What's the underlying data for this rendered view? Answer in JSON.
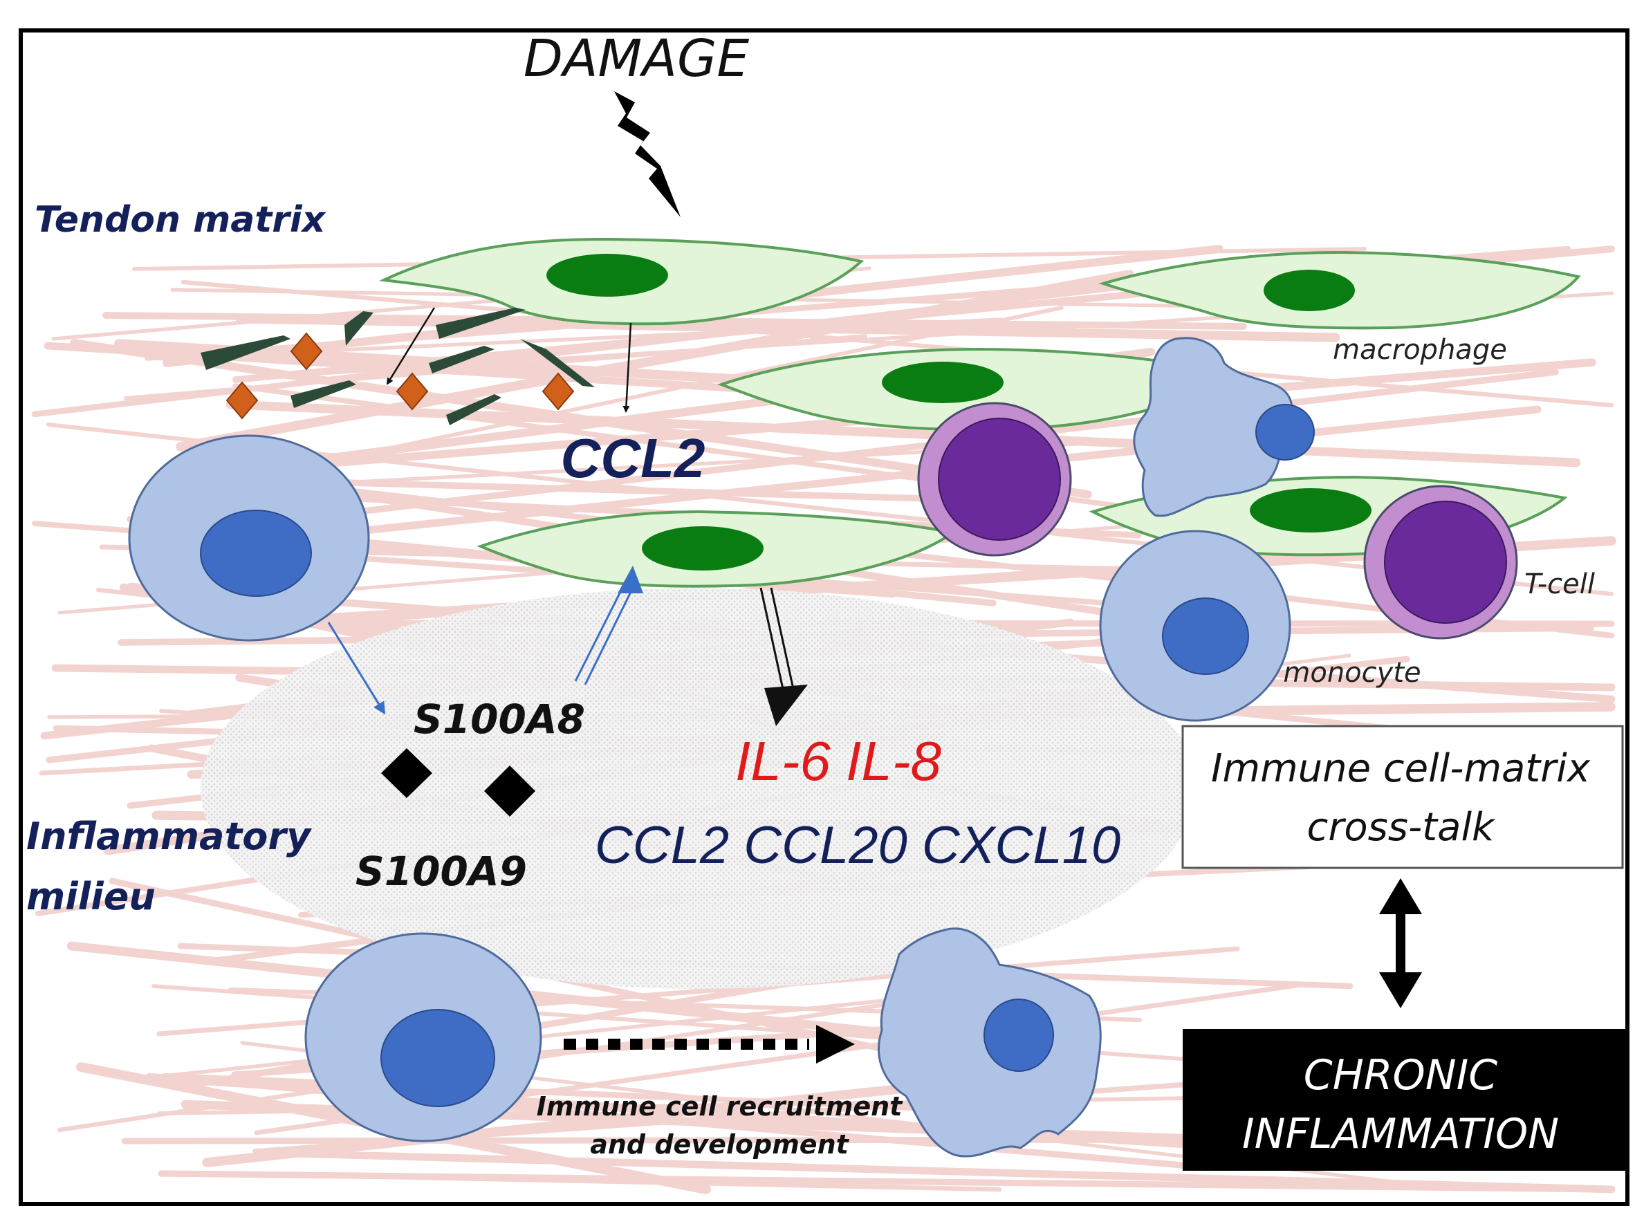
{
  "figure": {
    "damage_label": "DAMAGE",
    "tendon_matrix_label": "Tendon matrix",
    "inflammatory_milieu_label_line1": "Inflammatory",
    "inflammatory_milieu_label_line2": "milieu",
    "ccl2_top_label": "CCL2",
    "s100a8_label": "S100A8",
    "s100a9_label": "S100A9",
    "il_label": "IL-6 IL-8",
    "chemokines_label": "CCL2 CCL20 CXCL10",
    "macrophage_label": "macrophage",
    "tcell_label": "T-cell",
    "monocyte_label": "monocyte",
    "recruitment_label_line1": "Immune cell recruitment",
    "recruitment_label_line2": "and development",
    "crosstalk_box_line1": "Immune cell-matrix",
    "crosstalk_box_line2": "cross-talk",
    "chronic_box_line1": "CHRONIC",
    "chronic_box_line2": "INFLAMMATION"
  },
  "colors": {
    "navy_text": "#13205a",
    "red_text": "#e01a1a",
    "fibroblast_fill": "#e2f5d8",
    "fibroblast_stroke": "#5aa05a",
    "fibroblast_nucleus": "#0a7d12",
    "monocyte_fill": "#aec3e6",
    "monocyte_nucleus": "#3f6cc4",
    "tcell_outer": "#c28ed0",
    "tcell_inner": "#6a2a9c",
    "matrix_fiber": "#e8b0a8",
    "orange_diamond": "#d0601a",
    "dark_fragment": "#2b4a38"
  }
}
